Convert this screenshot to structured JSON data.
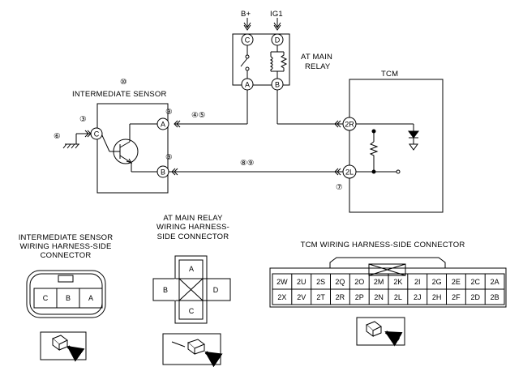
{
  "power": {
    "bplus": "B+",
    "ig1": "IG1"
  },
  "relay": {
    "line1": "AT MAIN",
    "line2": "RELAY",
    "pins": {
      "c": "C",
      "d": "D",
      "a": "A",
      "b": "B"
    }
  },
  "tcm": {
    "title": "TCM",
    "pin_2r": "2R",
    "pin_2l": "2L"
  },
  "sensor": {
    "num": "⑩",
    "title": "INTERMEDIATE SENSOR",
    "pins": {
      "a": "A",
      "b": "B",
      "c": "C"
    }
  },
  "refs": {
    "r3_top": "③",
    "r3_left": "③",
    "r3_b": "③",
    "r6": "⑥",
    "r45": "④⑤",
    "r89": "⑧⑨",
    "r7": "⑦"
  },
  "connectors": {
    "sensor": {
      "line1": "INTERMEDIATE SENSOR",
      "line2": "WIRING HARNESS-SIDE",
      "line3": "CONNECTOR",
      "cells": [
        "C",
        "B",
        "A"
      ]
    },
    "relay": {
      "line1": "AT MAIN RELAY",
      "line2": "WIRING HARNESS-",
      "line3": "SIDE CONNECTOR",
      "cells": {
        "top": "A",
        "left": "B",
        "right": "D",
        "bottom": "C"
      }
    },
    "tcm": {
      "title": "TCM WIRING HARNESS-SIDE CONNECTOR",
      "row1": [
        "2W",
        "2U",
        "2S",
        "2Q",
        "2O",
        "2M",
        "2K",
        "2I",
        "2G",
        "2E",
        "2C",
        "2A"
      ],
      "row2": [
        "2X",
        "2V",
        "2T",
        "2R",
        "2P",
        "2N",
        "2L",
        "2J",
        "2H",
        "2F",
        "2D",
        "2B"
      ]
    }
  }
}
